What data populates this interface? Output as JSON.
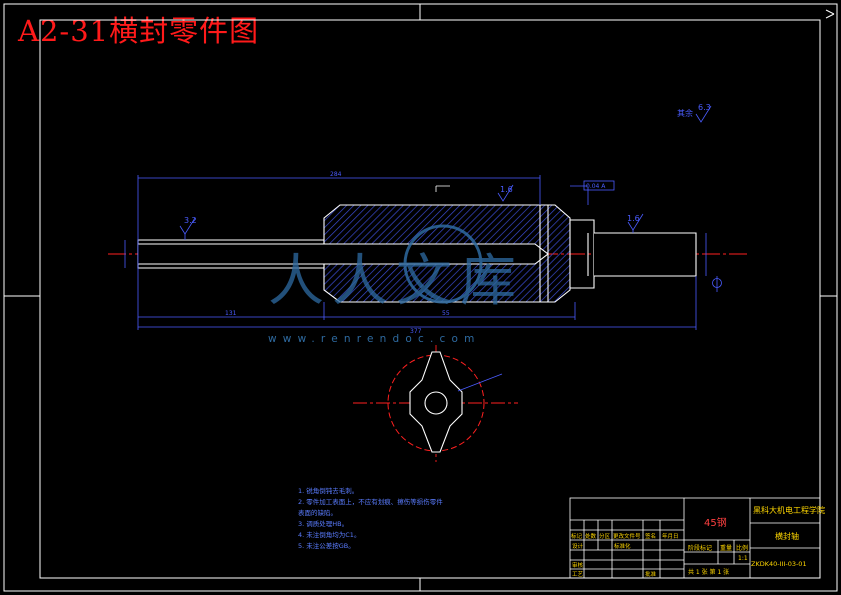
{
  "title": "A2-31横封零件图",
  "watermark": {
    "logo_text": "人人文库",
    "url": "www.renrendoc.com"
  },
  "surface_finish": {
    "general_note": "其余",
    "general_value": "6.3",
    "left_value": "3.2",
    "mid_value": "1.6",
    "right_value": "1.6"
  },
  "dimensions": {
    "overall_top": "284",
    "bottom_left": "131",
    "bottom_mid": "55",
    "bottom_total": "377",
    "tolerance_box": "0.04 A"
  },
  "notes": [
    "1. 锐角倒钝去毛刺。",
    "2. 零件加工表面上，不应有划痕、擦伤等损伤零件",
    "   表面的缺陷。",
    "3. 调质处理HB。",
    "4. 未注倒角均为C1。",
    "5. 未注公差按GB。"
  ],
  "title_block": {
    "material": "45钢",
    "school": "黑科大机电工程学院",
    "part_name": "横封轴",
    "drawing_no": "ZKDK40-III-03-01",
    "scale_label": "比例",
    "stage_label": "阶段标记",
    "weight_label": "重量",
    "sheet_info": "共 1 张  第 1 张",
    "designer_label": "设计",
    "review_label": "审核",
    "process_label": "工艺",
    "approve_label": "批准",
    "standard_label": "标准化",
    "revision_cols": [
      "标记",
      "处数",
      "分区",
      "更改文件号",
      "签名",
      "年月日"
    ],
    "scale_value": "1:1"
  },
  "colors": {
    "background": "#000000",
    "title": "#ff1a1a",
    "frame": "#ffffff",
    "dimension": "#4a5cff",
    "centerline": "#ff2020",
    "hatch": "#3a4bd0",
    "watermark": "#2e6aa0"
  }
}
